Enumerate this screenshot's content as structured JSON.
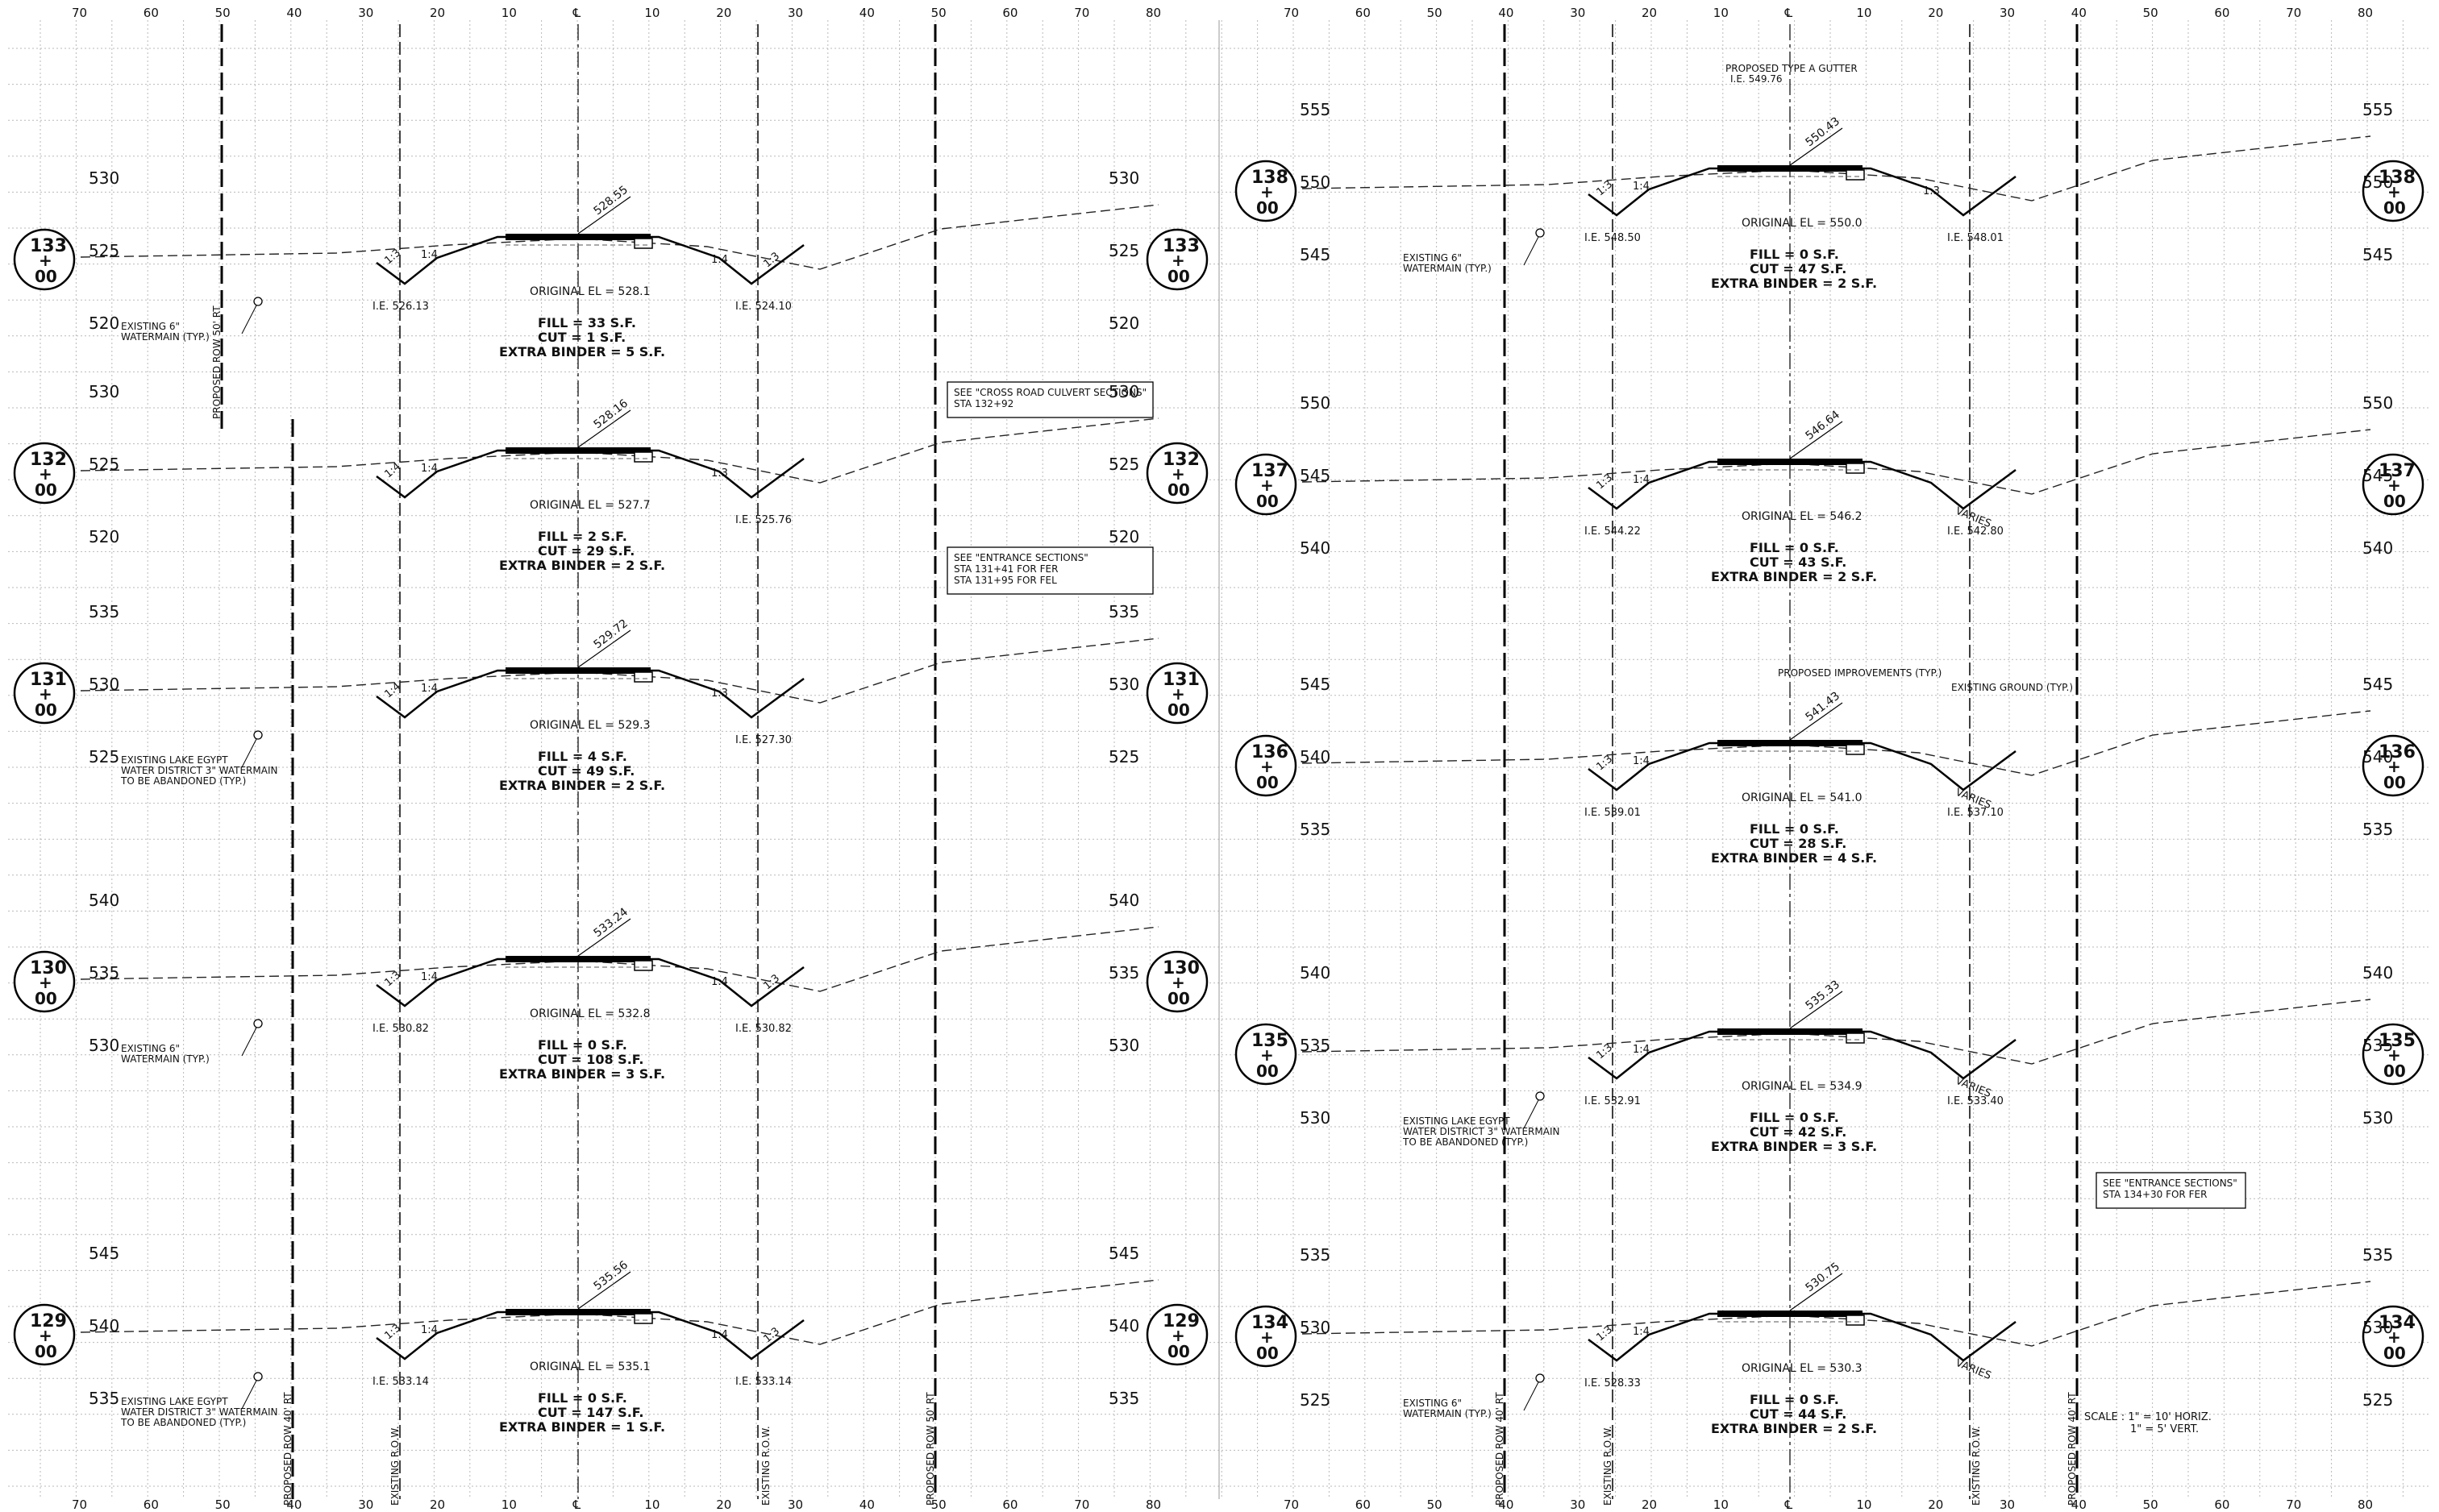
{
  "sheet": {
    "offset_ticks_left": [
      "70",
      "60",
      "50",
      "40",
      "30",
      "20",
      "10",
      "℄",
      "10",
      "20",
      "30",
      "40",
      "50",
      "60",
      "70",
      "80"
    ],
    "offset_ticks_right": [
      "70",
      "60",
      "50",
      "40",
      "30",
      "20",
      "10",
      "℄",
      "10",
      "20",
      "30",
      "40",
      "50",
      "60",
      "70",
      "80"
    ],
    "row_labels": {
      "left_existing": "EXISTING R.O.W.",
      "right_existing": "EXISTING R.O.W.",
      "left_prop40": "PROPOSED ROW 40' RT",
      "left_prop50": "PROPOSED ROW 50' RT",
      "right_prop40": "PROPOSED ROW 40' RT",
      "right_prop40b": "PROPOSED ROW 40' RT",
      "left_prop50_top": "PROPOSED ROW 50' RT"
    },
    "scale": {
      "line1": "SCALE : 1\" = 10' HORIZ.",
      "line2": "1\" = 5' VERT."
    }
  },
  "sections": [
    {
      "station": [
        "133",
        "+",
        "00"
      ],
      "elev_labels": [
        "530",
        "525",
        "520"
      ],
      "profile_grade": "528.55",
      "original_el": "ORIGINAL EL = 528.1",
      "fill": "FILL = 33 S.F.",
      "cut": "CUT = 1 S.F.",
      "binder": "EXTRA BINDER = 5 S.F.",
      "ie_left": "I.E. 526.13",
      "ie_right": "I.E. 524.10",
      "slope_a": "1:3",
      "slope_b": "1:4",
      "slope_c": "1:4",
      "slope_d": "1:3",
      "note": "EXISTING 6\" WATERMAIN (TYP.)",
      "box": [
        "SEE \"CROSS ROAD CULVERT SECTIONS\"",
        "STA 132+92"
      ]
    },
    {
      "station": [
        "132",
        "+",
        "00"
      ],
      "elev_labels": [
        "530",
        "525",
        "520"
      ],
      "profile_grade": "528.16",
      "original_el": "ORIGINAL EL = 527.7",
      "fill": "FILL = 2 S.F.",
      "cut": "CUT = 29 S.F.",
      "binder": "EXTRA BINDER = 2 S.F.",
      "ie_right": "I.E. 525.76",
      "slope_a": "1:4",
      "slope_b": "1:4",
      "slope_c": "1:3",
      "box": [
        "SEE \"ENTRANCE SECTIONS\"",
        "STA 131+41 FOR FER",
        "STA 131+95 FOR FEL"
      ]
    },
    {
      "station": [
        "131",
        "+",
        "00"
      ],
      "elev_labels": [
        "535",
        "530",
        "525"
      ],
      "profile_grade": "529.72",
      "original_el": "ORIGINAL EL = 529.3",
      "fill": "FILL = 4 S.F.",
      "cut": "CUT = 49 S.F.",
      "binder": "EXTRA BINDER = 2 S.F.",
      "ie_right": "I.E. 527.30",
      "slope_a": "1:4",
      "slope_b": "1:4",
      "slope_c": "1:3",
      "note": [
        "EXISTING LAKE EGYPT",
        "WATER DISTRICT 3\" WATERMAIN",
        "TO BE ABANDONED (TYP.)"
      ]
    },
    {
      "station": [
        "130",
        "+",
        "00"
      ],
      "elev_labels": [
        "540",
        "535",
        "530"
      ],
      "profile_grade": "533.24",
      "original_el": "ORIGINAL EL = 532.8",
      "fill": "FILL = 0 S.F.",
      "cut": "CUT = 108 S.F.",
      "binder": "EXTRA BINDER = 3 S.F.",
      "ie_left": "I.E. 530.82",
      "ie_right": "I.E. 530.82",
      "slope_a": "1:3",
      "slope_b": "1:4",
      "slope_c": "1:4",
      "slope_d": "1:3",
      "note": "EXISTING 6\" WATERMAIN (TYP.)"
    },
    {
      "station": [
        "129",
        "+",
        "00"
      ],
      "elev_labels": [
        "545",
        "540",
        "535"
      ],
      "profile_grade": "535.56",
      "original_el": "ORIGINAL EL = 535.1",
      "fill": "FILL = 0 S.F.",
      "cut": "CUT = 147 S.F.",
      "binder": "EXTRA BINDER = 1 S.F.",
      "ie_left": "I.E. 533.14",
      "ie_right": "I.E. 533.14",
      "slope_a": "1:3",
      "slope_b": "1:4",
      "slope_c": "1:4",
      "slope_d": "1:3",
      "note": [
        "EXISTING LAKE EGYPT",
        "WATER DISTRICT 3\" WATERMAIN",
        "TO BE ABANDONED (TYP.)"
      ]
    },
    {
      "station": [
        "138",
        "+",
        "00"
      ],
      "elev_labels": [
        "555",
        "550",
        "545"
      ],
      "profile_grade": "550.43",
      "original_el": "ORIGINAL EL = 550.0",
      "fill": "FILL = 0 S.F.",
      "cut": "CUT = 47 S.F.",
      "binder": "EXTRA BINDER = 2 S.F.",
      "ie_left": "I.E. 548.50",
      "ie_right": "I.E. 548.01",
      "slope_a": "1:3",
      "slope_b": "1:4",
      "slope_c": "1:3",
      "note": "EXISTING 6\" WATERMAIN (TYP.)",
      "callout": [
        "PROPOSED TYPE A GUTTER",
        "I.E. 549.76"
      ]
    },
    {
      "station": [
        "137",
        "+",
        "00"
      ],
      "elev_labels": [
        "550",
        "545",
        "540"
      ],
      "profile_grade": "546.64",
      "original_el": "ORIGINAL EL = 546.2",
      "fill": "FILL = 0 S.F.",
      "cut": "CUT = 43 S.F.",
      "binder": "EXTRA BINDER = 2 S.F.",
      "ie_left": "I.E. 544.22",
      "ie_right": "I.E. 542.80",
      "slope_a": "1:3",
      "slope_b": "1:4",
      "varies": "VARIES"
    },
    {
      "station": [
        "136",
        "+",
        "00"
      ],
      "elev_labels": [
        "545",
        "540",
        "535"
      ],
      "profile_grade": "541.43",
      "original_el": "ORIGINAL EL = 541.0",
      "fill": "FILL = 0 S.F.",
      "cut": "CUT = 28 S.F.",
      "binder": "EXTRA BINDER = 4 S.F.",
      "ie_left": "I.E. 539.01",
      "ie_right": "I.E. 537.10",
      "slope_a": "1:3",
      "slope_b": "1:4",
      "varies": "VARIES",
      "callout1": "PROPOSED IMPROVEMENTS (TYP.)",
      "callout2": "EXISTING GROUND (TYP.)"
    },
    {
      "station": [
        "135",
        "+",
        "00"
      ],
      "elev_labels": [
        "540",
        "535",
        "530"
      ],
      "profile_grade": "535.33",
      "original_el": "ORIGINAL EL = 534.9",
      "fill": "FILL = 0 S.F.",
      "cut": "CUT = 42 S.F.",
      "binder": "EXTRA BINDER = 3 S.F.",
      "ie_left": "I.E. 532.91",
      "ie_right": "I.E. 533.40",
      "slope_a": "1:3",
      "slope_b": "1:4",
      "varies": "VARIES",
      "note": [
        "EXISTING LAKE EGYPT",
        "WATER DISTRICT 3\" WATERMAIN",
        "TO BE ABANDONED (TYP.)"
      ],
      "box": [
        "SEE \"ENTRANCE SECTIONS\"",
        "STA 134+30 FOR FER"
      ]
    },
    {
      "station": [
        "134",
        "+",
        "00"
      ],
      "elev_labels": [
        "535",
        "530",
        "525"
      ],
      "profile_grade": "530.75",
      "original_el": "ORIGINAL EL = 530.3",
      "fill": "FILL = 0 S.F.",
      "cut": "CUT = 44 S.F.",
      "binder": "EXTRA BINDER = 2 S.F.",
      "ie_left": "I.E. 528.33",
      "slope_a": "1:3",
      "slope_b": "1:4",
      "varies": "VARIES",
      "note": "EXISTING 6\" WATERMAIN (TYP.)"
    }
  ]
}
